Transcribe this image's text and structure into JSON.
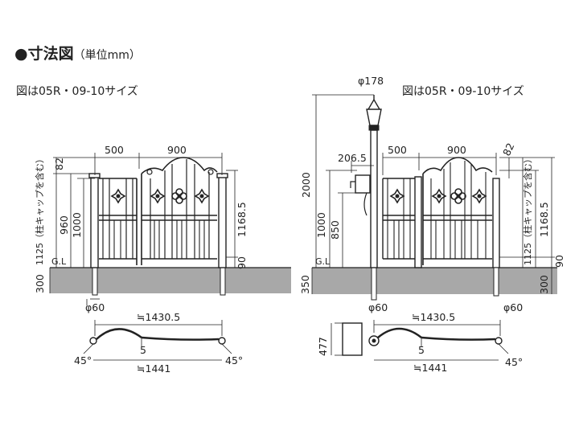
{
  "header": {
    "title": "●寸法図",
    "unit_note": "（単位mm）"
  },
  "left_figure": {
    "caption": "図は05R・09-10サイズ",
    "width_500": "500",
    "width_900": "900",
    "height_82": "82",
    "height_1125": "1125（柱キャップを含む）",
    "height_960": "960",
    "height_1000": "1000",
    "height_1168": "1168.5",
    "height_90": "90",
    "gl": "G.L",
    "depth_300": "300",
    "post_dia": "φ60",
    "span_1430": "≒1430.5",
    "offset_5": "5",
    "span_1441": "≒1441",
    "angle_left": "45°",
    "angle_right": "45°"
  },
  "right_figure": {
    "caption": "図は05R・09-10サイズ",
    "lamp_dia": "φ178",
    "width_206": "206.5",
    "width_500": "500",
    "width_900": "900",
    "height_82": "82",
    "height_2000": "2000",
    "height_1000": "1000",
    "height_850": "850",
    "height_1125": "1125（柱キャップを含む）",
    "height_1168": "1168.5",
    "height_90": "90",
    "height_300": "300",
    "gl": "G.L",
    "depth_350": "350",
    "post_dia_left": "φ60",
    "post_dia_right": "φ60",
    "span_1430": "≒1430.5",
    "depth_477": "477",
    "offset_5": "5",
    "span_1441": "≒1441",
    "angle": "45°"
  },
  "colors": {
    "ground": "#a8a8a8",
    "line": "#222222"
  }
}
